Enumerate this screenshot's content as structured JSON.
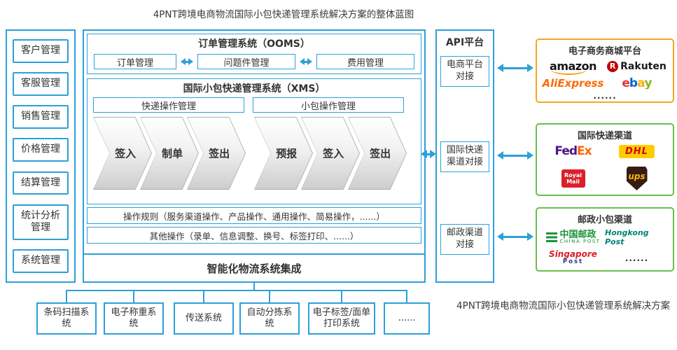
{
  "title": "4PNT跨境电商物流国际小包快递管理系统解决方案的整体蓝图",
  "caption": "4PNT跨境电商物流国际小包快递管理系统解决方案",
  "colors": {
    "primary_blue": "#2da0d8",
    "ecommerce_border": "#f2a71e",
    "channel_border": "#6abf4b"
  },
  "sidebar": {
    "items": [
      "客户管理",
      "客服管理",
      "销售管理",
      "价格管理",
      "结算管理",
      "统计分析管理",
      "系统管理"
    ]
  },
  "ooms": {
    "title": "订单管理系统（OOMS）",
    "modules": [
      "订单管理",
      "问题件管理",
      "费用管理"
    ]
  },
  "xms": {
    "title": "国际小包快递管理系统（XMS）",
    "groups": [
      "快递操作管理",
      "小包操作管理"
    ],
    "steps": [
      "签入",
      "制单",
      "签出",
      "预报",
      "签入",
      "签出"
    ],
    "rules": "操作规则（服务渠道操作、产品操作、通用操作、简易操作，......）",
    "other": "其他操作（录单、信息调整、换号、标签打印、......）"
  },
  "integration": "智能化物流系统集成",
  "api": {
    "title": "API平台",
    "items": [
      "电商平台对接",
      "国际快递渠道对接",
      "邮政渠道对接"
    ]
  },
  "partners": {
    "ecommerce": {
      "title": "电子商务商城平台",
      "more": "......"
    },
    "express": {
      "title": "国际快递渠道"
    },
    "postal": {
      "title": "邮政小包渠道",
      "more": "......"
    }
  },
  "brands": {
    "amazon": {
      "text": "amazon",
      "accent": "#ff9900"
    },
    "rakuten": {
      "initial": "R",
      "text": "Rakuten",
      "color": "#bf0000"
    },
    "aliexpress": {
      "text": "AliExpress",
      "color": "#ff6a00"
    },
    "ebay": {
      "letters": [
        {
          "ch": "e",
          "color": "#e53238"
        },
        {
          "ch": "b",
          "color": "#0064d2"
        },
        {
          "ch": "a",
          "color": "#f5af02"
        },
        {
          "ch": "y",
          "color": "#86b817"
        }
      ]
    },
    "fedex": {
      "fed": "Fed",
      "fed_color": "#4d148c",
      "ex": "Ex",
      "ex_color": "#ff6600"
    },
    "dhl": {
      "text": "DHL",
      "color": "#d40511",
      "bg": "#ffcc00"
    },
    "royalmail": {
      "line1": "Royal",
      "line2": "Mail",
      "bg": "#da202a"
    },
    "ups": {
      "text": "ups",
      "color": "#ffb500",
      "bg": "#351c15"
    },
    "chinapost": {
      "cn": "中国邮政",
      "en": "CHINA POST",
      "color": "#199438"
    },
    "hongkongpost": {
      "text": "Hongkong Post",
      "color": "#008272"
    },
    "singpost": {
      "line1": "Singapore",
      "line2": "Post",
      "color1": "#dd1e25",
      "color2": "#20368c"
    }
  },
  "bottom_systems": [
    "条码扫描系统",
    "电子称重系统",
    "传送系统",
    "自动分拣系统",
    "电子标签/面单打印系统",
    "......"
  ]
}
